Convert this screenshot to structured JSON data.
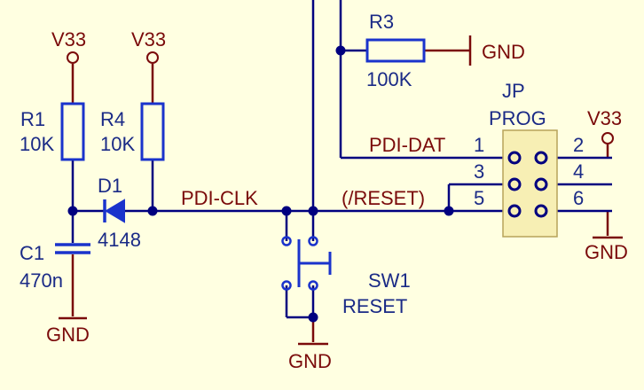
{
  "colors": {
    "background": "#ffffe1",
    "wire": "#00007f",
    "component": "#1a33cc",
    "power": "#7a0a0a",
    "label": "#1a2a86",
    "connector_body": "#f7efb4"
  },
  "power": {
    "v33_r1": "V33",
    "v33_r4": "V33",
    "v33_jp": "V33",
    "gnd_r3": "GND",
    "gnd_c1": "GND",
    "gnd_sw1": "GND",
    "gnd_jp": "GND"
  },
  "components": {
    "r1": {
      "designator": "R1",
      "value": "10K"
    },
    "r4": {
      "designator": "R4",
      "value": "10K"
    },
    "r3": {
      "designator": "R3",
      "value": "100K"
    },
    "d1": {
      "designator": "D1",
      "value": "4148"
    },
    "c1": {
      "designator": "C1",
      "value": "470n"
    },
    "sw1": {
      "designator": "SW1",
      "value": "RESET"
    },
    "jp": {
      "designator": "JP",
      "value": "PROG",
      "pins": [
        "1",
        "2",
        "3",
        "4",
        "5",
        "6"
      ]
    }
  },
  "nets": {
    "pdi_clk": "PDI-CLK",
    "pdi_dat": "PDI-DAT",
    "reset": "(/RESET)"
  }
}
